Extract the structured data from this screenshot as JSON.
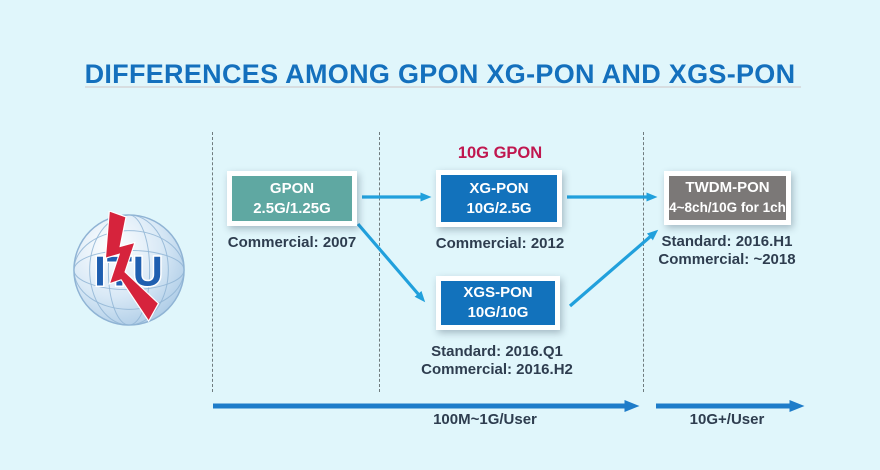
{
  "title": "DIFFERENCES AMONG GPON XG-PON AND XGS-PON",
  "logo": {
    "label": "ITU"
  },
  "callout": {
    "label": "10G GPON",
    "color": "#C0174F"
  },
  "nodes": {
    "gpon": {
      "name": "GPON",
      "rate": "2.5G/1.25G",
      "fill": "#5FA8A2",
      "note1": "Commercial: 2007"
    },
    "xgpon": {
      "name": "XG-PON",
      "rate": "10G/2.5G",
      "fill": "#1272BC",
      "note1": "Commercial: 2012"
    },
    "xgspon": {
      "name": "XGS-PON",
      "rate": "10G/10G",
      "fill": "#1272BC",
      "note1": "Standard: 2016.Q1",
      "note2": "Commercial: 2016.H2"
    },
    "twdm": {
      "name": "TWDM-PON",
      "rate": "4~8ch/10G for 1ch",
      "fill": "#7B7877",
      "note1": "Standard: 2016.H1",
      "note2": "Commercial: ~2018"
    }
  },
  "timeline": {
    "left_label": "100M~1G/User",
    "right_label": "10G+/User"
  },
  "colors": {
    "background": "#E0F6FB",
    "title": "#1470BD",
    "flow_arrow": "#21A0DC",
    "timeline_arrow": "#1E7CC9",
    "note_text": "#2E3D4F",
    "logo_bolt": "#D6233C",
    "logo_letters": "#1F5FB0"
  }
}
